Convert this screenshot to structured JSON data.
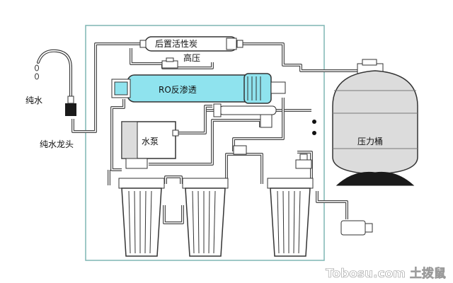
{
  "labels": {
    "post_carbon": "后置活性炭",
    "high_pressure": "高压",
    "ro_membrane": "RO反渗透",
    "pump": "水泵",
    "pressure_tank": "压力桶",
    "pure_water": "纯水",
    "pure_faucet": "纯水龙头"
  },
  "watermark": "Tobosu.com 土拨鼠",
  "colors": {
    "frame": "#7fb6b4",
    "ro_fill": "#8fe3ee",
    "pipe": "#4a4a4a",
    "tank": "#dcdcdc"
  }
}
